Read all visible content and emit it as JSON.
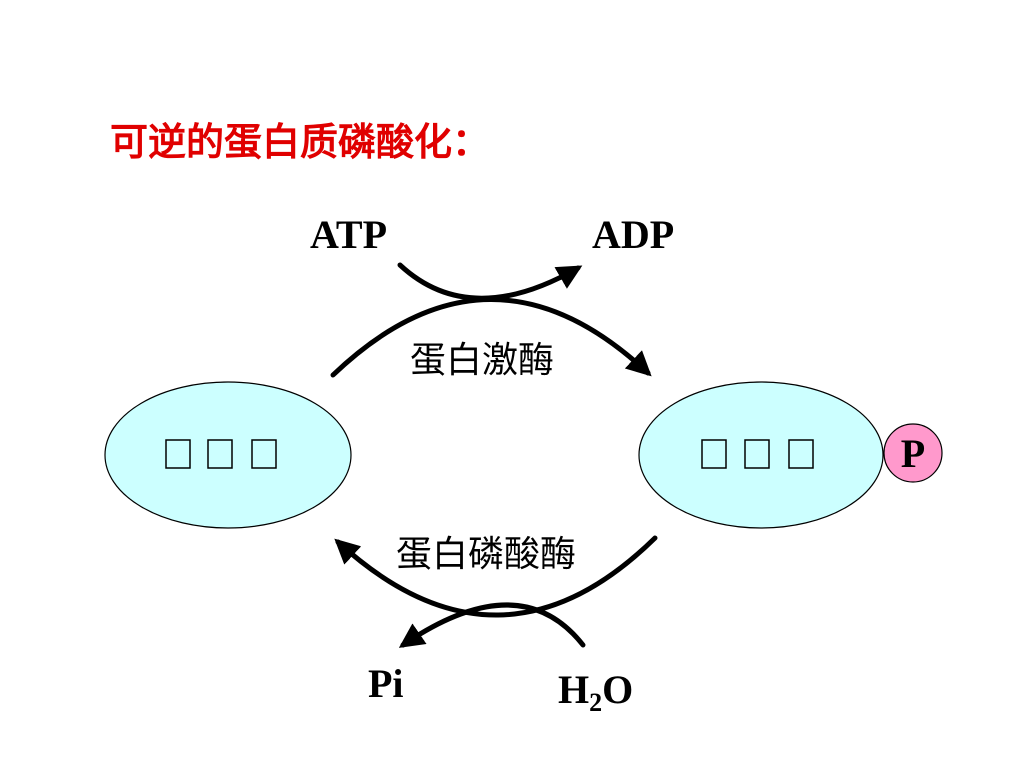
{
  "title": "可逆的蛋白质磷酸化：",
  "reactants": {
    "atp": "ATP",
    "adp": "ADP",
    "pi": "Pi",
    "water_h": "H",
    "water_sub": "2",
    "water_o": "O"
  },
  "enzymes": {
    "kinase": "蛋白激酶",
    "phosphatase": "蛋白磷酸酶"
  },
  "phosphate_tag": "P",
  "colors": {
    "title": "#e00000",
    "protein_fill": "#ccffff",
    "phosphate_fill": "#ff99cc"
  },
  "icons": {
    "protein_left_glyphs": "missing-glyph-icon",
    "protein_right_glyphs": "missing-glyph-icon"
  }
}
